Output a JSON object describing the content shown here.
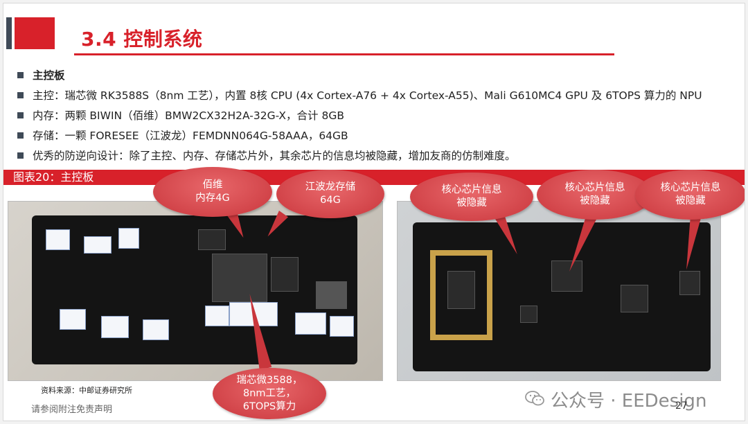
{
  "header": {
    "title": "3.4 控制系统"
  },
  "bullets": [
    {
      "text": "主控板",
      "bold": true
    },
    {
      "text": "主控：瑞芯微 RK3588S（8nm 工艺），内置 8核 CPU (4x Cortex-A76 + 4x Cortex-A55)、Mali G610MC4 GPU 及 6TOPS 算力的 NPU",
      "bold": false
    },
    {
      "text": "内存：两颗 BIWIN（佰维）BMW2CX32H2A-32G-X，合计 8GB",
      "bold": false
    },
    {
      "text": "存储：一颗 FORESEE（江波龙）FEMDNN064G-58AAA，64GB",
      "bold": false
    },
    {
      "text": "优秀的防逆向设计：除了主控、内存、存储芯片外，其余芯片的信息均被隐藏，增加友商的仿制难度。",
      "bold": false
    }
  ],
  "figure": {
    "caption": "图表20：主控板",
    "callouts": {
      "memory_l1": "佰维",
      "memory_l2": "内存4G",
      "storage_l1": "江波龙存储",
      "storage_l2": "64G",
      "soc_l1": "瑞芯微3588，",
      "soc_l2": "8nm工艺，",
      "soc_l3": "6TOPS算力",
      "hidden1_l1": "核心芯片信息",
      "hidden1_l2": "被隐藏",
      "hidden2_l1": "核心芯片信息",
      "hidden2_l2": "被隐藏",
      "hidden3_l1": "核心芯片信息",
      "hidden3_l2": "被隐藏"
    }
  },
  "footer": {
    "source": "资料来源：中邮证券研究所",
    "disclaimer": "请参阅附注免责声明",
    "watermark": "公众号 · EEDesign",
    "page_number": "27"
  },
  "colors": {
    "accent_red": "#d8212a",
    "accent_dark": "#3f4a57",
    "callout_red": "#c9363c"
  }
}
